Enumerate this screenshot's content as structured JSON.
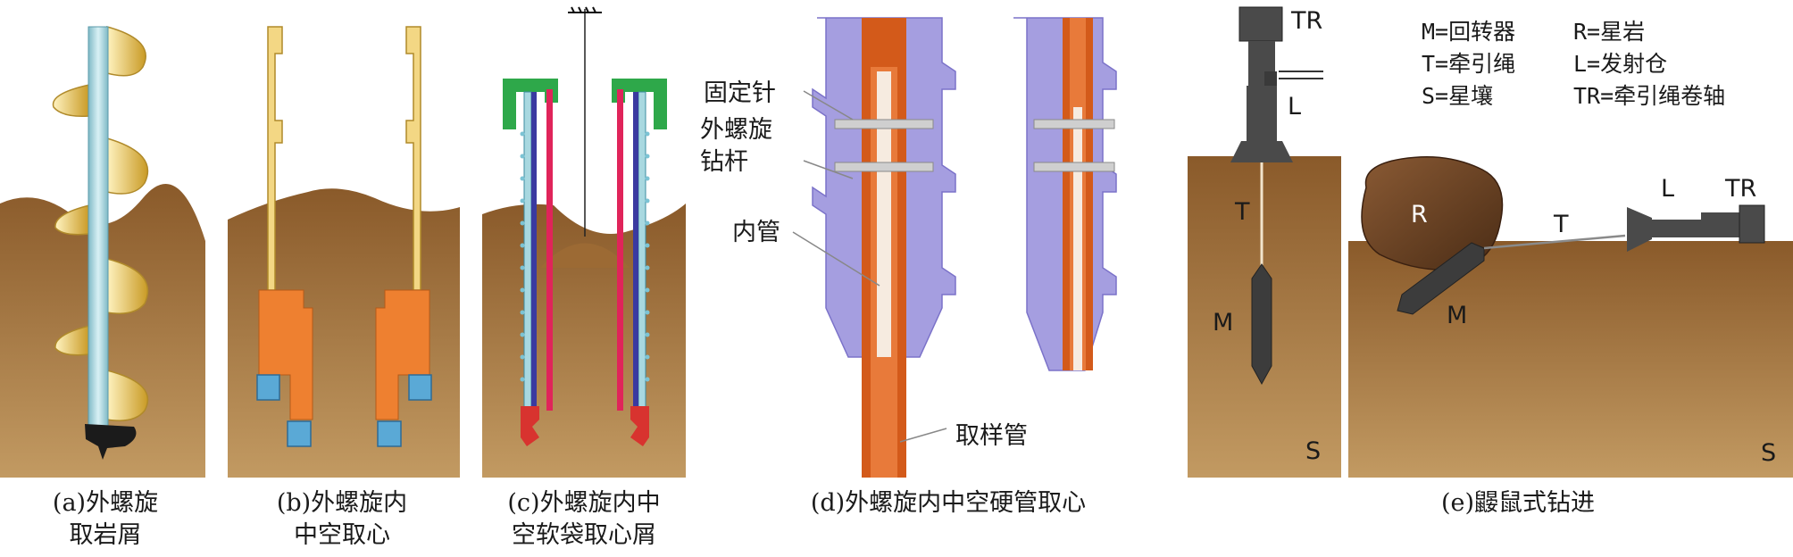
{
  "captions": {
    "a": "(a)外螺旋\n取岩屑",
    "b": "(b)外螺旋内\n中空取心",
    "c": "(c)外螺旋内中\n空软袋取心屑",
    "d": "(d)外螺旋内中空硬管取心",
    "e": "(e)鼹鼠式钻进"
  },
  "labels_d": {
    "fixing_pin": "固定针",
    "outer_rod": "外螺旋\n钻杆",
    "inner_tube": "内管",
    "sample_tube": "取样管"
  },
  "labels_e": {
    "TR": "TR",
    "L": "L",
    "T": "T",
    "M": "M",
    "S": "S",
    "R": "R"
  },
  "legend": {
    "M": "M=回转器",
    "R": "R=星岩",
    "T": "T=牵引绳",
    "L": "L=发射仓",
    "S": "S=星壤",
    "TR": "TR=牵引绳卷轴"
  },
  "colors": {
    "soil": "#a8763f",
    "soil_dark": "#6e4a22",
    "auger_shaft": "#a8d8e0",
    "auger_flight": "#e8c45a",
    "orange_core": "#ee8030",
    "blue_block": "#5aa9d6",
    "green_cap": "#2ea84a",
    "rod_purple": "#a59ee0",
    "rod_orange": "#d35a1a",
    "mole_gray": "#4a4a4a",
    "rock": "#6b4326"
  }
}
